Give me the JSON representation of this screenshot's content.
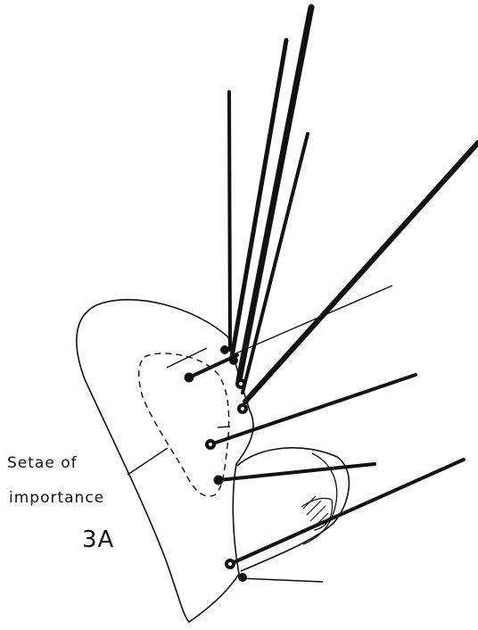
{
  "annotation": {
    "line1": "Setae of",
    "line2": "importance",
    "figure_label": "3A"
  },
  "colors": {
    "ink": "#111111",
    "background": "#ffffff"
  }
}
